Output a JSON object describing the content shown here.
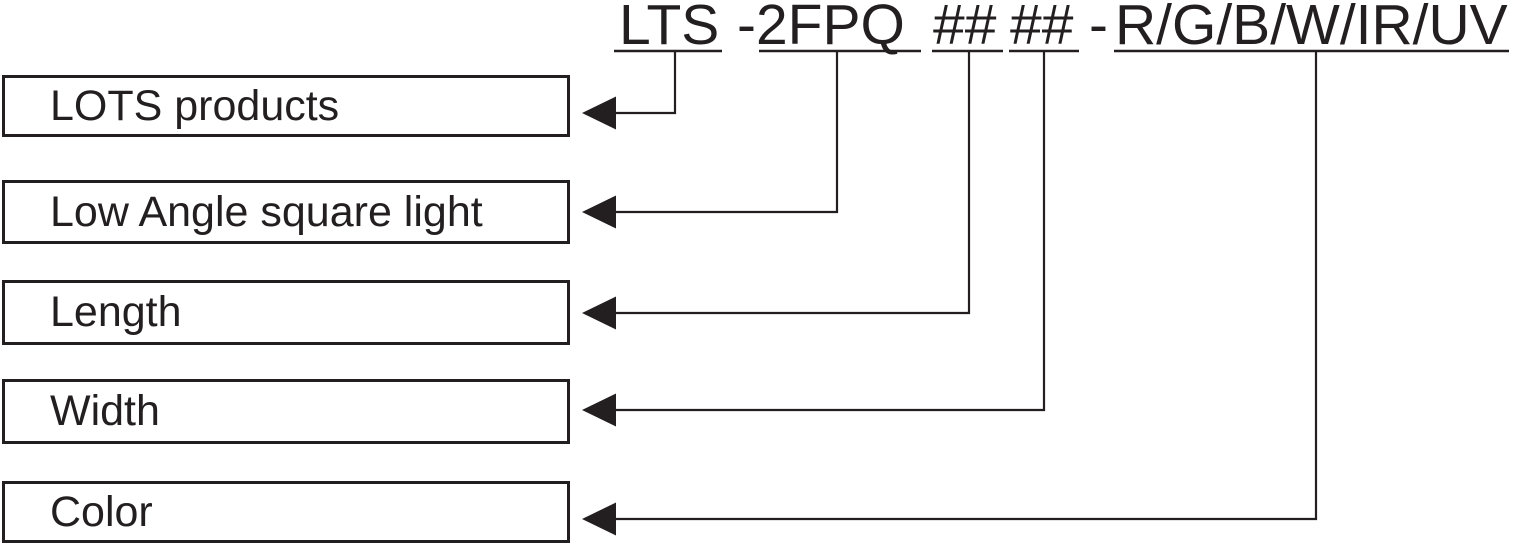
{
  "colors": {
    "ink": "#231f20",
    "background": "#ffffff"
  },
  "title": {
    "full_code": "LTS -2FPQ ## ## - R/G/B/W/IR/UV",
    "segments": [
      {
        "id": "series-code",
        "text": "LTS",
        "underlined": true
      },
      {
        "id": "type-code",
        "text": "-2FPQ",
        "underlined": true
      },
      {
        "id": "length-placeholder",
        "text": "##",
        "underlined": true
      },
      {
        "id": "width-placeholder",
        "text": "##",
        "underlined": true
      },
      {
        "id": "separator",
        "text": "-",
        "underlined": false
      },
      {
        "id": "color-codes",
        "text": "R/G/B/W/IR/UV",
        "underlined": true
      }
    ]
  },
  "legend": {
    "rows": [
      {
        "label": "LOTS products"
      },
      {
        "label": "Low Angle square light"
      },
      {
        "label": "Length"
      },
      {
        "label": "Width"
      },
      {
        "label": "Color"
      }
    ]
  }
}
